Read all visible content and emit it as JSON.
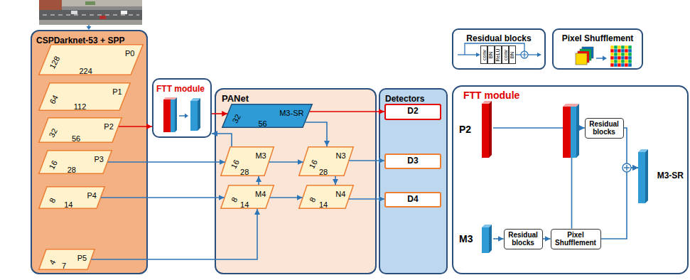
{
  "diagram": {
    "nodes": [
      {
        "text": [
          "CSPDarknet-53 + SPP"
        ]
      },
      {
        "text": [
          "P0",
          "128",
          "224"
        ],
        "in": 0
      },
      {
        "text": [
          "P1",
          "64",
          "112"
        ],
        "in": 0
      },
      {
        "text": [
          "P2",
          "32",
          "56"
        ],
        "in": 0
      },
      {
        "text": [
          "P3",
          "16",
          "28"
        ],
        "in": 0
      },
      {
        "text": [
          "P4",
          "8",
          "14"
        ],
        "in": 0
      },
      {
        "text": [
          "P5",
          "4",
          "7"
        ],
        "in": 0
      },
      {
        "text": [
          "FTT module"
        ]
      },
      {
        "text": [
          "PANet"
        ]
      },
      {
        "text": [
          "M3-SR",
          "32",
          "56"
        ],
        "in": 8
      },
      {
        "text": [
          "M3",
          "16",
          "28"
        ],
        "in": 8
      },
      {
        "text": [
          "N3",
          "16",
          "28"
        ],
        "in": 8
      },
      {
        "text": [
          "M4",
          "8",
          "14"
        ],
        "in": 8
      },
      {
        "text": [
          "N4",
          "8",
          "14"
        ],
        "in": 8
      },
      {
        "text": [
          "Detectors"
        ]
      },
      {
        "text": [
          "D2"
        ],
        "in": 14
      },
      {
        "text": [
          "D3"
        ],
        "in": 14
      },
      {
        "text": [
          "D4"
        ],
        "in": 14
      },
      {
        "text": [
          "Residual blocks"
        ]
      },
      {
        "text": [
          "conv"
        ],
        "in": 18
      },
      {
        "text": [
          "BN"
        ],
        "in": 18
      },
      {
        "text": [
          "ReLU"
        ],
        "in": 18
      },
      {
        "text": [
          "conv"
        ],
        "in": 18
      },
      {
        "text": [
          "BN"
        ],
        "in": 18
      },
      {
        "text": [
          "Pixel Shufflement"
        ]
      },
      {
        "text": [
          "FTT module"
        ]
      },
      {
        "text": [
          "P2"
        ],
        "in": 25
      },
      {
        "text": [
          "Residual blocks"
        ],
        "in": 25
      },
      {
        "text": [
          "M3-SR"
        ],
        "in": 25
      },
      {
        "text": [
          "M3"
        ],
        "in": 25
      },
      {
        "text": [
          "Residual blocks"
        ],
        "in": 25
      },
      {
        "text": [
          "Pixel Shufflement"
        ],
        "in": 25
      }
    ],
    "edges": [
      {
        "from": 3,
        "to": 7,
        "arrow": "to"
      },
      {
        "from": 10,
        "to": 7,
        "arrow": "to"
      },
      {
        "from": 7,
        "to": 9,
        "arrow": "to"
      },
      {
        "from": 4,
        "to": 10,
        "arrow": "to"
      },
      {
        "from": 5,
        "to": 12,
        "arrow": "to"
      },
      {
        "from": 6,
        "to": 12,
        "arrow": "to"
      },
      {
        "from": 12,
        "to": 10,
        "arrow": "to"
      },
      {
        "from": 10,
        "to": 11,
        "arrow": "to"
      },
      {
        "from": 12,
        "to": 13,
        "arrow": "to"
      },
      {
        "from": 11,
        "to": 13,
        "arrow": "to"
      },
      {
        "from": 9,
        "to": 15,
        "arrow": "to"
      },
      {
        "from": 9,
        "to": 11,
        "arrow": "to"
      },
      {
        "from": 11,
        "to": 16,
        "arrow": "to"
      },
      {
        "from": 13,
        "to": 17,
        "arrow": "to"
      },
      {
        "from": 26,
        "to": 27,
        "arrow": "to"
      },
      {
        "from": 31,
        "to": 27,
        "arrow": "to"
      },
      {
        "from": 27,
        "to": 28,
        "arrow": "to"
      },
      {
        "from": 31,
        "to": 28,
        "arrow": "to"
      },
      {
        "from": 29,
        "to": 30,
        "arrow": "to"
      },
      {
        "from": 30,
        "to": 31,
        "arrow": "to"
      }
    ]
  }
}
